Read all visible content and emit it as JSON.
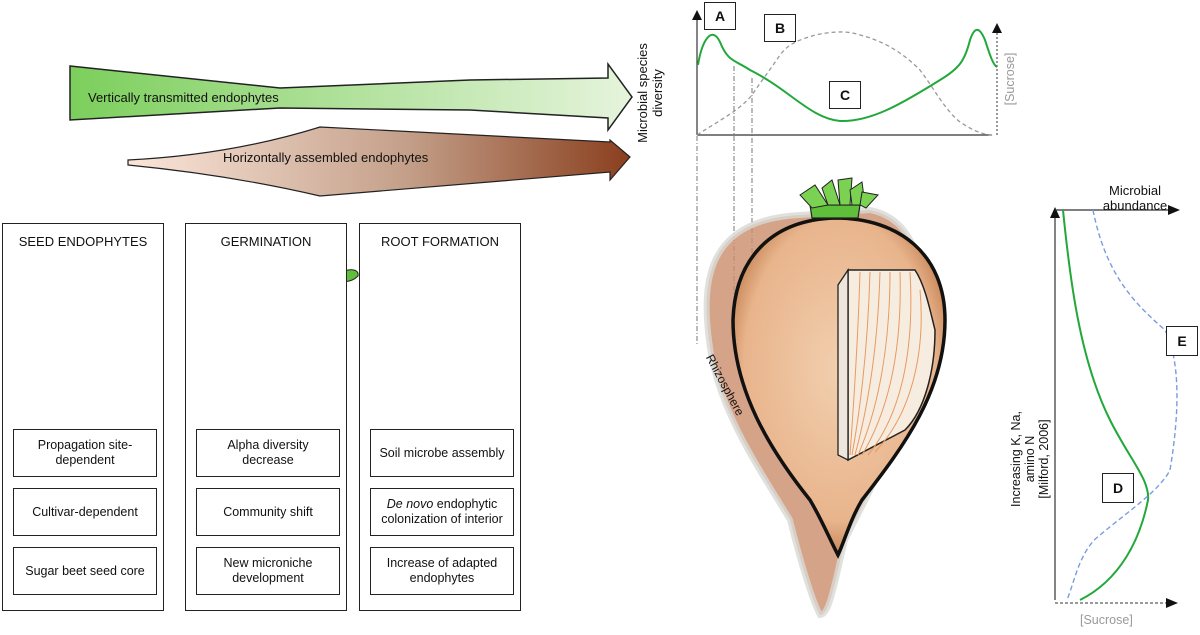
{
  "arrows": {
    "vertical": {
      "label": "Vertically transmitted endophytes",
      "color_start": "#7ccf5c",
      "color_end": "#e6f4dc"
    },
    "horizontal": {
      "label": "Horizontally assembled endophytes",
      "color_start": "#fbe6da",
      "color_end": "#8a3f1e"
    }
  },
  "top_chart": {
    "y_label": "Microbial species diversity",
    "right_label": "[Sucrose]",
    "markers": [
      "A",
      "B",
      "C"
    ],
    "diversity_color": "#22a83a",
    "sucrose_color": "#999999"
  },
  "stages": [
    {
      "title": "SEED ENDOPHYTES",
      "traits": [
        "Propagation site-dependent",
        "Cultivar-dependent",
        "Sugar beet seed core"
      ]
    },
    {
      "title": "GERMINATION",
      "traits": [
        "Alpha diversity decrease",
        "Community shift",
        "New microniche development"
      ]
    },
    {
      "title": "ROOT FORMATION",
      "traits_rich": [
        {
          "italic": "",
          "text": "Soil microbe assembly"
        },
        {
          "italic": "De novo",
          "text": " endophytic colonization of interior"
        },
        {
          "italic": "",
          "text": "Increase of adapted endophytes"
        }
      ]
    }
  ],
  "beet": {
    "rhizosphere_label": "Rhizosphere"
  },
  "side_chart": {
    "x_label": "Microbial abundance",
    "y_label_lines": [
      "Increasing K, Na,",
      "amino N",
      "[Milford, 2006]"
    ],
    "bottom_label": "[Sucrose]",
    "markers": [
      "D",
      "E"
    ],
    "solid_color": "#22a83a",
    "dashed_color": "#7b9be0"
  }
}
